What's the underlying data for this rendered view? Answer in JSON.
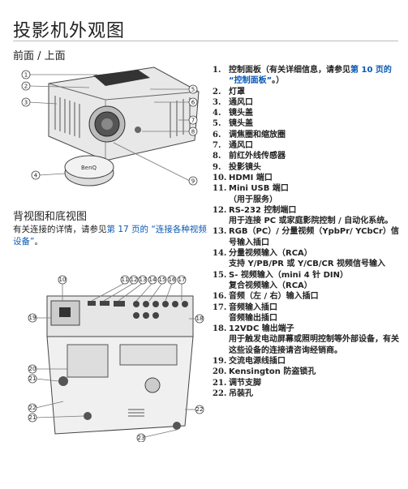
{
  "title": "投影机外观图",
  "front_heading": "前面 / 上面",
  "rear_heading": "背视图和底视图",
  "rear_desc": {
    "before": "有关连接的详情，请参见",
    "link": "第 17 页的 “连接各种视频设备”",
    "after": "。"
  },
  "front_callouts": [
    "1",
    "2",
    "3",
    "4",
    "5",
    "6",
    "7",
    "8",
    "9"
  ],
  "rear_callouts_top": [
    "10",
    "11",
    "12",
    "13",
    "14",
    "15",
    "16",
    "17"
  ],
  "rear_callouts_side": [
    "18",
    "19",
    "20",
    "21",
    "22",
    "23"
  ],
  "brand_label": "BenQ",
  "items": [
    {
      "n": "1.",
      "t": "控制面板（有关详细信息，请参见",
      "link": "第 10 页的 “控制面板”",
      "after": "。）"
    },
    {
      "n": "2.",
      "t": "灯罩"
    },
    {
      "n": "3.",
      "t": "通风口"
    },
    {
      "n": "4.",
      "t": "镜头盖"
    },
    {
      "n": "5.",
      "t": "镜头盖"
    },
    {
      "n": "6.",
      "t": "调焦圈和缩放圈"
    },
    {
      "n": "7.",
      "t": "通风口"
    },
    {
      "n": "8.",
      "t": "前红外线传感器"
    },
    {
      "n": "9.",
      "t": "投影镜头"
    },
    {
      "n": "10.",
      "t": "HDMI 端口"
    },
    {
      "n": "11.",
      "t": "Mini USB 端口",
      "sub": "（用于服务）"
    },
    {
      "n": "12.",
      "t": "RS-232 控制端口",
      "sub": "用于连接 PC 或家庭影院控制 / 自动化系统。"
    },
    {
      "n": "13.",
      "t": "RGB（PC）/ 分量视频（YpbPr/ YCbCr）信号输入插口"
    },
    {
      "n": "14.",
      "t": "分量视频输入（RCA）",
      "sub": "支持 Y/PB/PR 或 Y/CB/CR 视频信号输入"
    },
    {
      "n": "15.",
      "t": "S- 视频输入（mini 4 针 DIN）",
      "sub": "复合视频输入（RCA）"
    },
    {
      "n": "16.",
      "t": "音频（左 / 右）输入插口"
    },
    {
      "n": "17.",
      "t": "音频输入插口",
      "sub": "音频输出插口"
    },
    {
      "n": "18.",
      "t": "12VDC 输出端子",
      "sub": "用于触发电动屏幕或照明控制等外部设备，有关这些设备的连接请咨询经销商。"
    },
    {
      "n": "19.",
      "t": "交流电源线插口"
    },
    {
      "n": "20.",
      "t": "Kensington 防盗锁孔"
    },
    {
      "n": "21.",
      "t": "调节支脚"
    },
    {
      "n": "22.",
      "t": "吊装孔"
    }
  ]
}
